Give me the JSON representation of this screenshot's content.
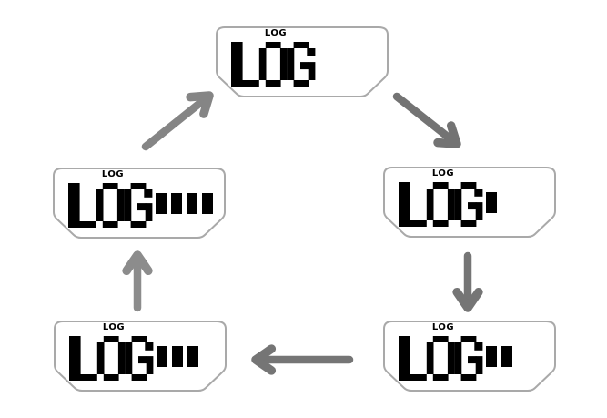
{
  "diagram": {
    "description": "LOG display mode cycle",
    "background_color": "#ffffff",
    "panel_border_color": "#a9a9a9",
    "display_text_color": "#000000",
    "states": [
      {
        "id": "log-0",
        "indicator": "LOG",
        "display": "LOG",
        "bars": 0
      },
      {
        "id": "log-1",
        "indicator": "LOG",
        "display": "LOG",
        "bars": 1
      },
      {
        "id": "log-2",
        "indicator": "LOG",
        "display": "LOG",
        "bars": 2
      },
      {
        "id": "log-3",
        "indicator": "LOG",
        "display": "LOG",
        "bars": 3
      },
      {
        "id": "log-4",
        "indicator": "LOG",
        "display": "LOG",
        "bars": 4
      }
    ],
    "arrows": [
      {
        "from": "log-0",
        "to": "log-1",
        "direction": "down-right",
        "color": "#737373"
      },
      {
        "from": "log-1",
        "to": "log-2",
        "direction": "down",
        "color": "#757575"
      },
      {
        "from": "log-2",
        "to": "log-3",
        "direction": "left",
        "color": "#757575"
      },
      {
        "from": "log-3",
        "to": "log-4",
        "direction": "up",
        "color": "#8c8c8c"
      },
      {
        "from": "log-4",
        "to": "log-0",
        "direction": "up-right",
        "color": "#858585"
      }
    ]
  }
}
